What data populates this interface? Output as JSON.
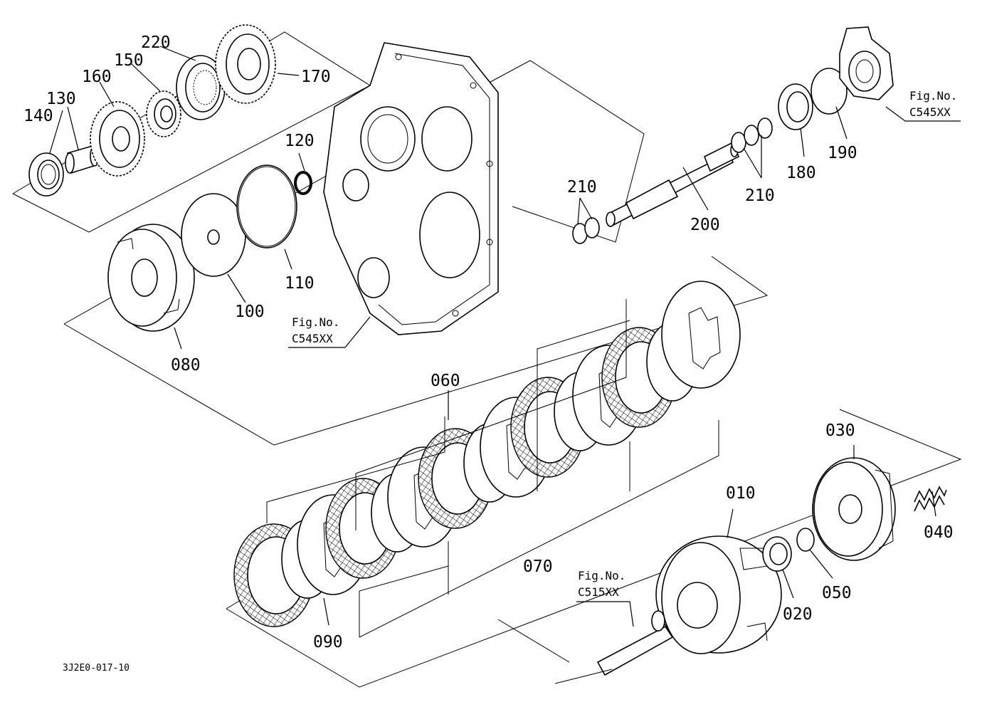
{
  "diagram": {
    "drawing_code": "3J2E0-017-10",
    "colors": {
      "ink": "#000000",
      "paper": "#ffffff"
    },
    "figure_refs": [
      {
        "prefix": "Fig.No.",
        "ref": "C545XX"
      },
      {
        "prefix": "Fig.No.",
        "ref": "C545XX"
      },
      {
        "prefix": "Fig.No.",
        "ref": "C515XX"
      }
    ],
    "parts": [
      {
        "number": "010",
        "icon": "clutch-drum-icon"
      },
      {
        "number": "020",
        "icon": "bearing-icon"
      },
      {
        "number": "030",
        "icon": "piston-icon"
      },
      {
        "number": "040",
        "icon": "spring-icon"
      },
      {
        "number": "050",
        "icon": "snap-ring-icon"
      },
      {
        "number": "060",
        "icon": "friction-plate-icon"
      },
      {
        "number": "070",
        "icon": "steel-plate-icon"
      },
      {
        "number": "080",
        "icon": "pressure-plate-icon"
      },
      {
        "number": "090",
        "icon": "wave-ring-icon"
      },
      {
        "number": "100",
        "icon": "thrust-washer-icon"
      },
      {
        "number": "110",
        "icon": "o-ring-icon"
      },
      {
        "number": "120",
        "icon": "o-ring-icon"
      },
      {
        "number": "130",
        "icon": "collar-icon"
      },
      {
        "number": "140",
        "icon": "bearing-icon"
      },
      {
        "number": "150",
        "icon": "gear-icon"
      },
      {
        "number": "160",
        "icon": "gear-icon"
      },
      {
        "number": "170",
        "icon": "gear-icon"
      },
      {
        "number": "180",
        "icon": "bearing-icon"
      },
      {
        "number": "190",
        "icon": "snap-ring-icon"
      },
      {
        "number": "200",
        "icon": "shaft-icon"
      },
      {
        "number": "210",
        "icon": "seal-ring-icon"
      },
      {
        "number": "210",
        "icon": "seal-ring-icon"
      },
      {
        "number": "220",
        "icon": "bearing-icon"
      }
    ]
  }
}
